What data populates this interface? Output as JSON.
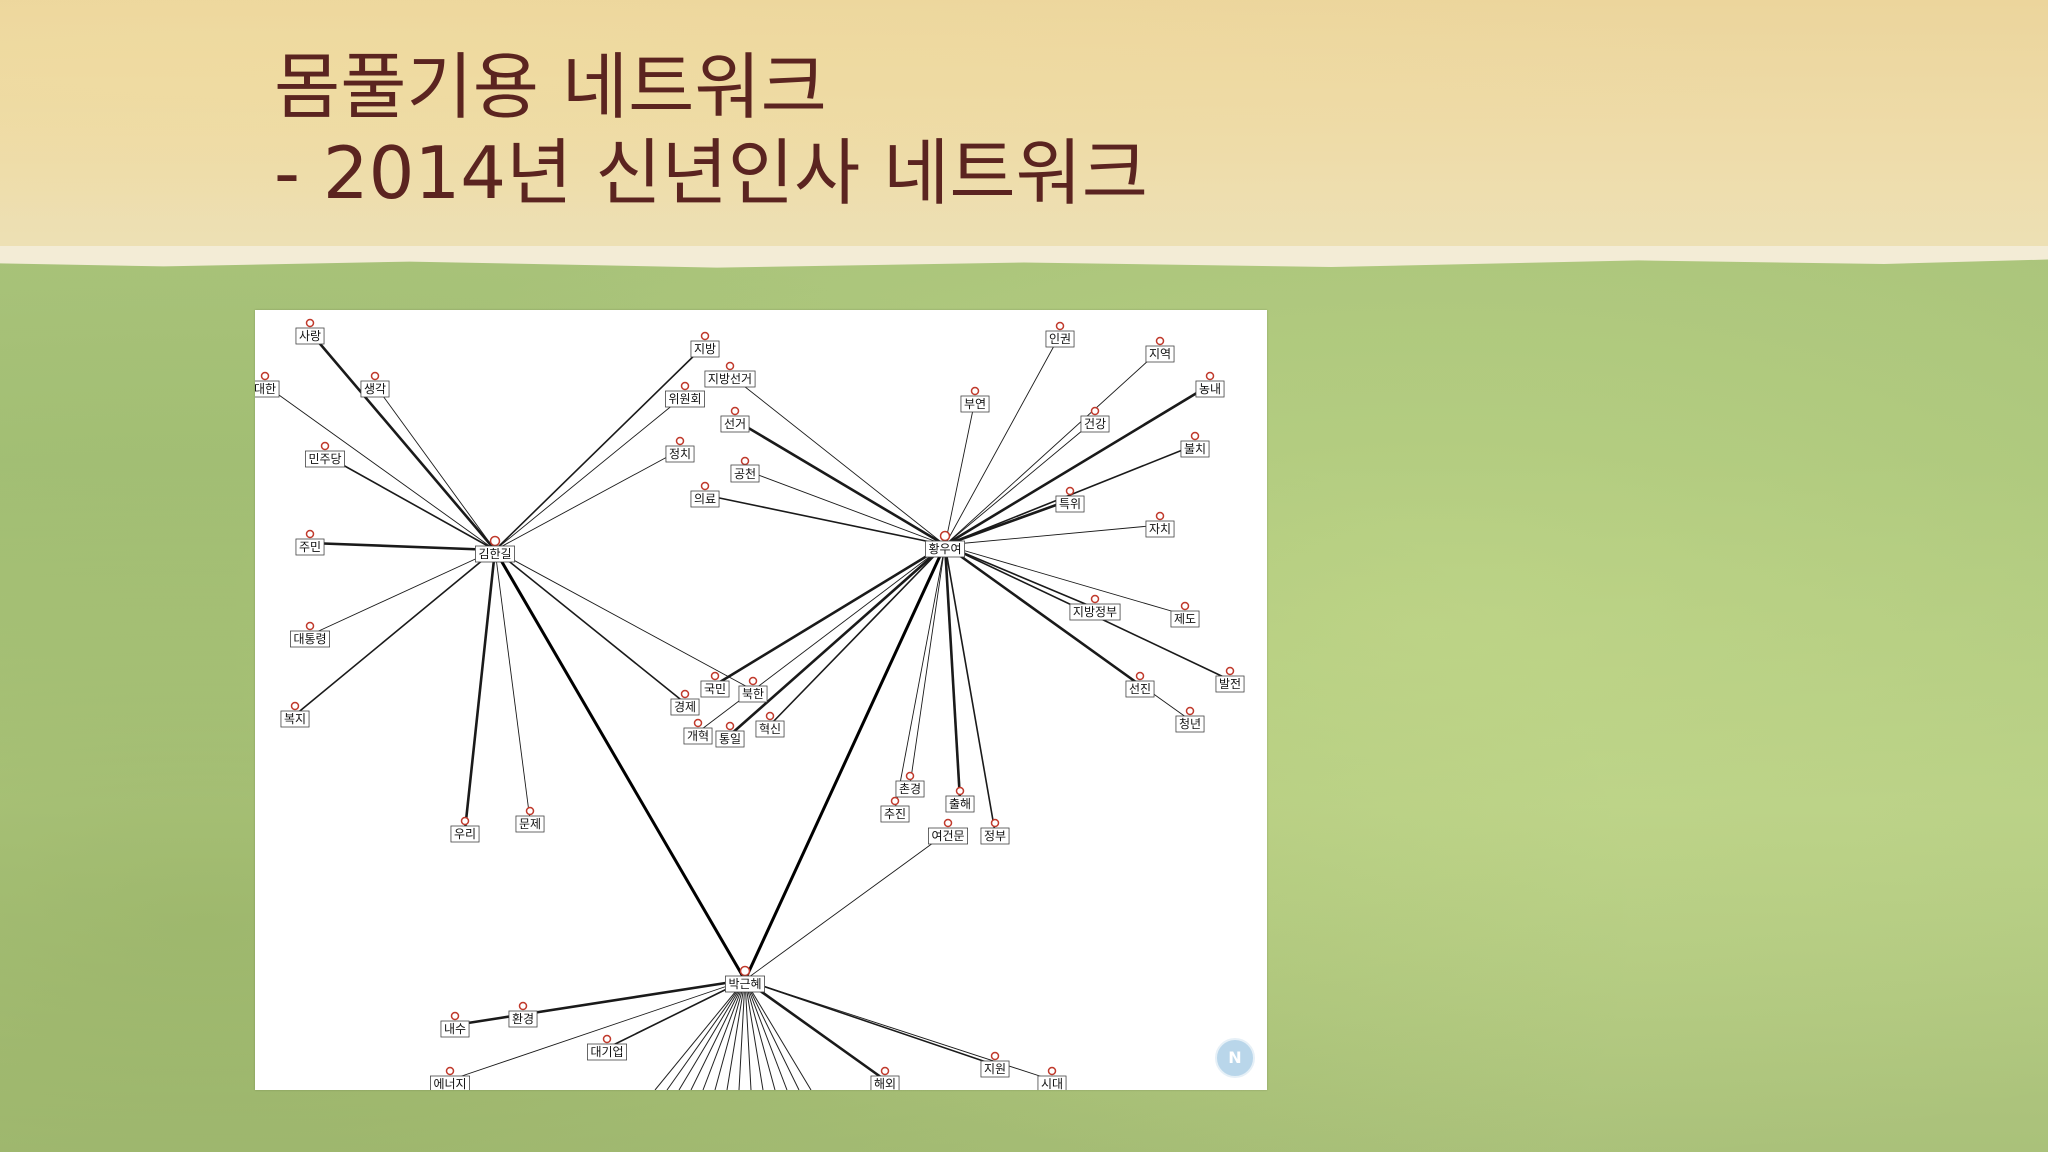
{
  "slide": {
    "title_line1": "몸풀기용 네트워크",
    "title_line2": "- 2014년 신년인사 네트워크"
  },
  "network": {
    "hubs": [
      "김한길",
      "황우여",
      "박근혜"
    ],
    "nodes": [
      {
        "label": "사랑"
      },
      {
        "label": "대한"
      },
      {
        "label": "생각"
      },
      {
        "label": "민주당"
      },
      {
        "label": "우리"
      },
      {
        "label": "대통령"
      },
      {
        "label": "복지"
      },
      {
        "label": "문제"
      },
      {
        "label": "주민"
      },
      {
        "label": "지방"
      },
      {
        "label": "지방선거"
      },
      {
        "label": "위원회"
      },
      {
        "label": "선거"
      },
      {
        "label": "정치"
      },
      {
        "label": "공천"
      },
      {
        "label": "의료"
      },
      {
        "label": "국민"
      },
      {
        "label": "북한"
      },
      {
        "label": "경제"
      },
      {
        "label": "개혁"
      },
      {
        "label": "통일"
      },
      {
        "label": "혁신"
      },
      {
        "label": "인권"
      },
      {
        "label": "지역"
      },
      {
        "label": "농내"
      },
      {
        "label": "부연"
      },
      {
        "label": "건강"
      },
      {
        "label": "불치"
      },
      {
        "label": "특위"
      },
      {
        "label": "자치"
      },
      {
        "label": "지방정부"
      },
      {
        "label": "제도"
      },
      {
        "label": "선진"
      },
      {
        "label": "발전"
      },
      {
        "label": "청년"
      },
      {
        "label": "촌경"
      },
      {
        "label": "출해"
      },
      {
        "label": "추진"
      },
      {
        "label": "여건문"
      },
      {
        "label": "정부"
      },
      {
        "label": "내수"
      },
      {
        "label": "환경"
      },
      {
        "label": "대기업"
      },
      {
        "label": "에너지"
      },
      {
        "label": "해외"
      },
      {
        "label": "지원"
      },
      {
        "label": "시대"
      }
    ]
  },
  "logo_icon": "naver-n-icon",
  "colors": {
    "title": "#5b2420",
    "banner": "#ecd59c",
    "background": "#a9c27a"
  }
}
